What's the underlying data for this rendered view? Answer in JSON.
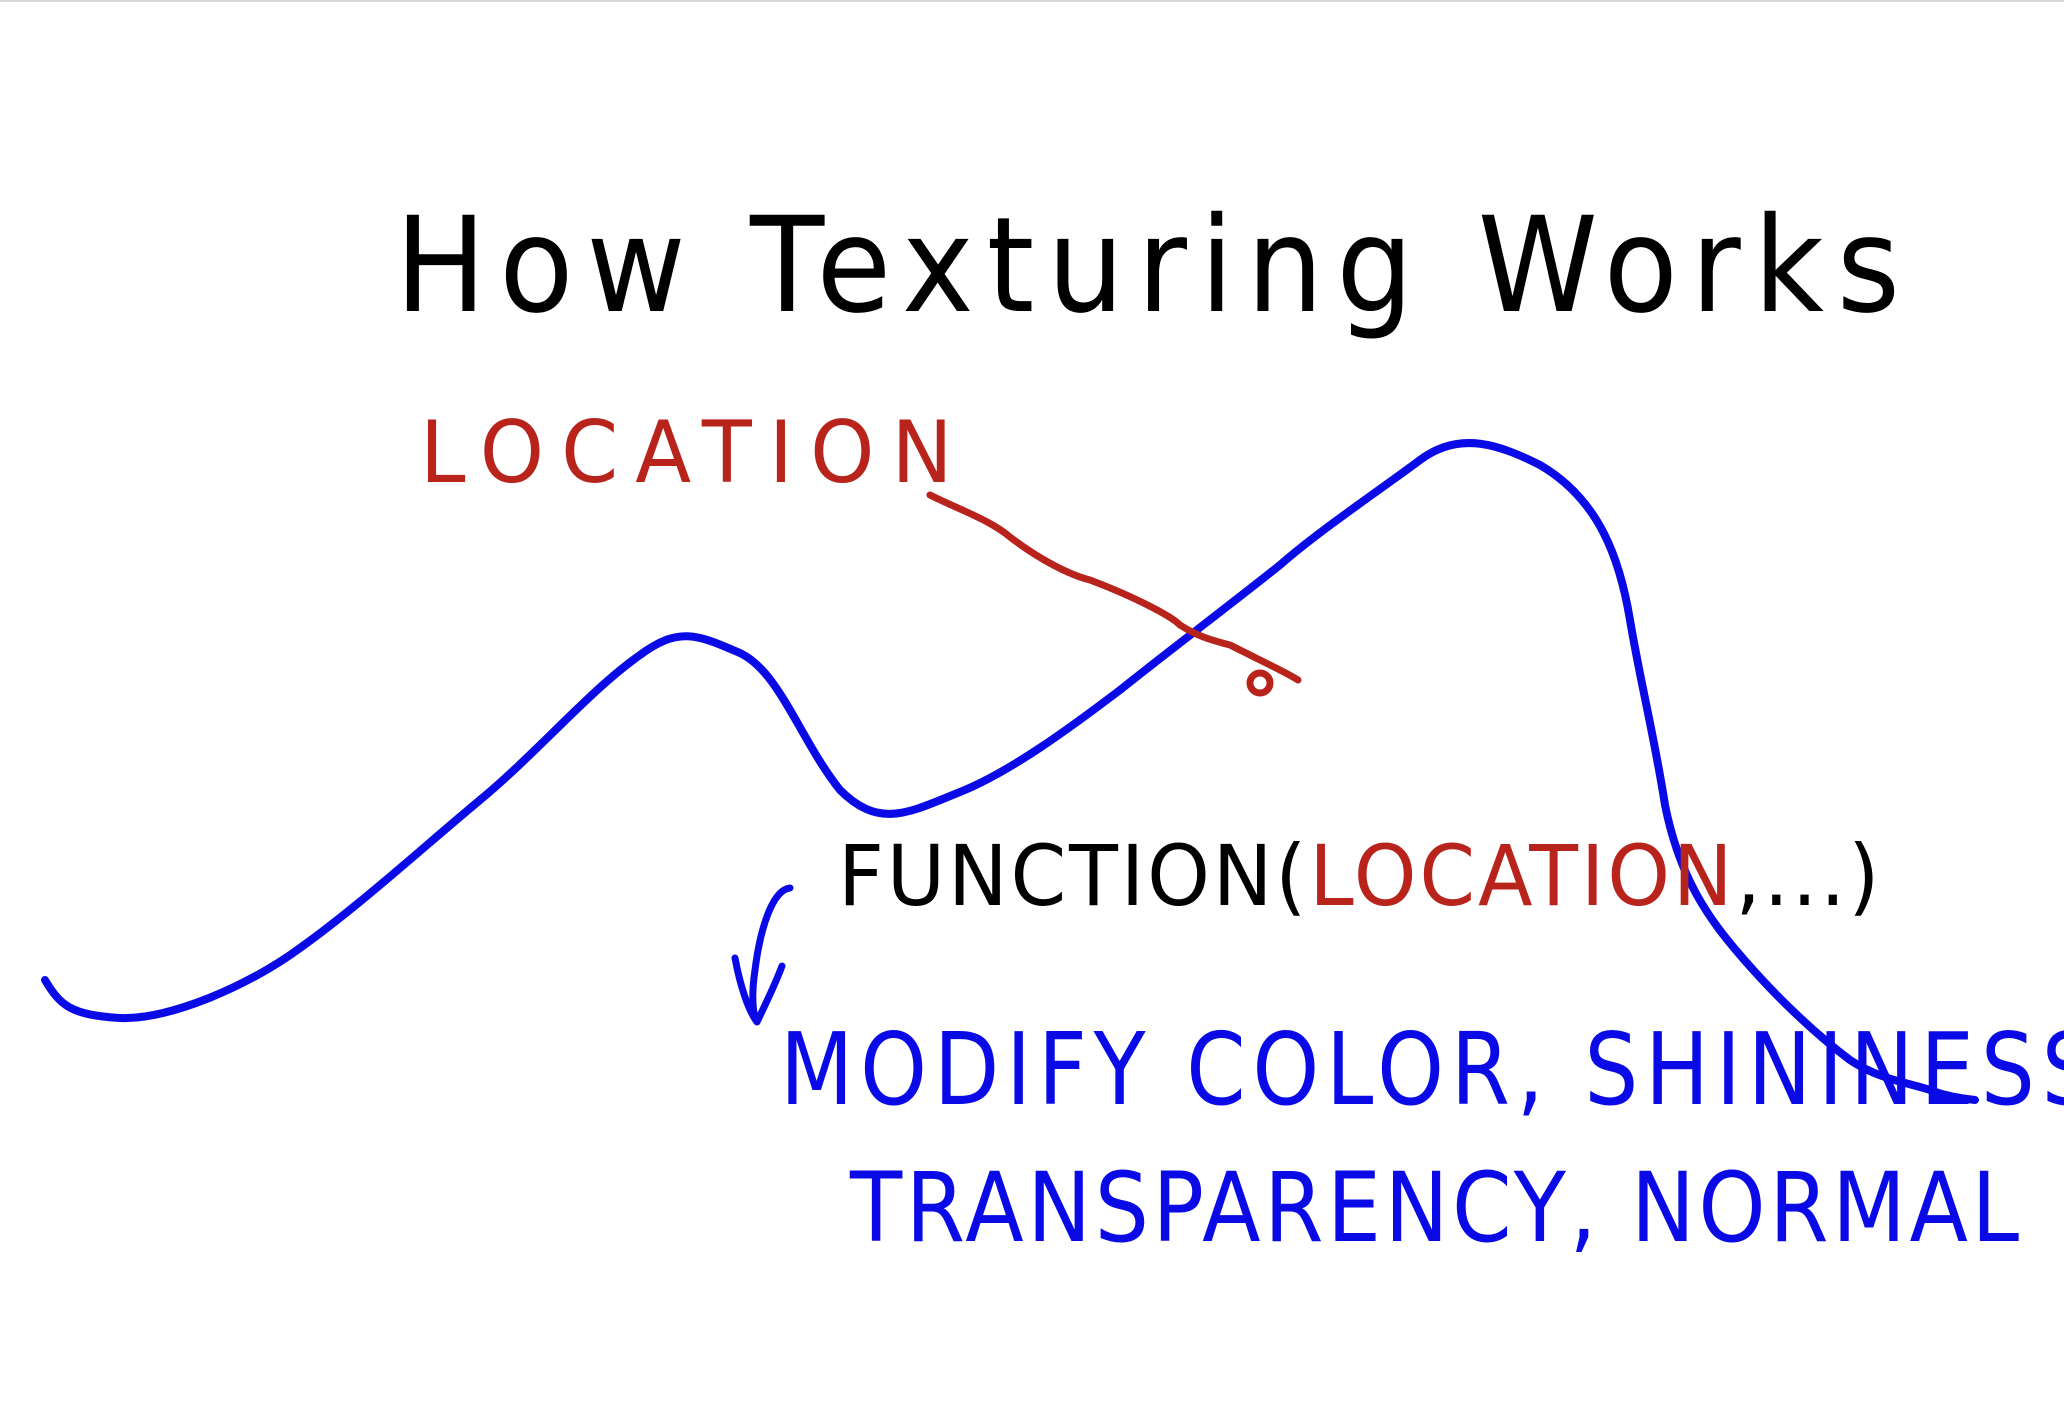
{
  "title": "How Texturing Works",
  "location_label": "LOCATION",
  "function_expr": {
    "name": "FUNCTION",
    "open_paren": "(",
    "arg": "LOCATION",
    "rest": ",...)"
  },
  "result": {
    "line1": "MODIFY COLOR, SHININESS,",
    "line2": "TRANSPARENCY, NORMAL"
  },
  "colors": {
    "ink_black": "#000000",
    "ink_red": "#b8241c",
    "ink_blue": "#0a0ae6"
  },
  "icons": {
    "surface": "surface-curve-icon",
    "pointer": "location-pointer-icon",
    "point": "sample-point-icon",
    "arrow": "curved-down-arrow-icon"
  }
}
